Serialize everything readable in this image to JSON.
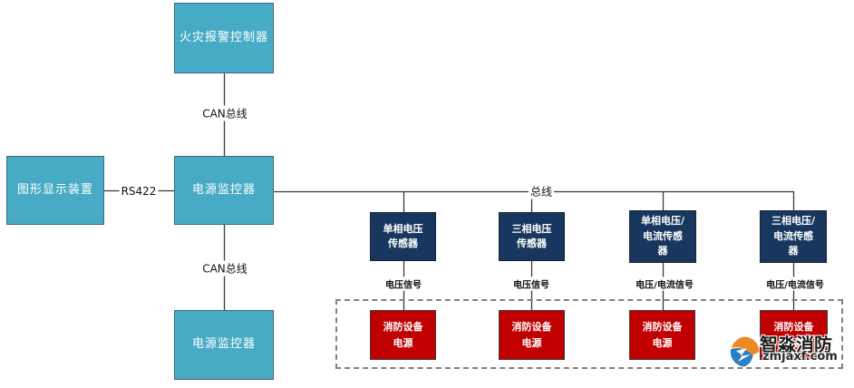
{
  "colors": {
    "teal_fill": "#48ABC5",
    "navy_fill": "#17375E",
    "red_fill": "#C00000",
    "wire": "#3A3A3A",
    "dashed_border": "#808080",
    "logo_orange": "#EE8822",
    "logo_blue": "#2B7FC3"
  },
  "nodes": {
    "fire_alarm_controller": {
      "label": "火灾报警控制器"
    },
    "graphic_display": {
      "label": "图形显示装置"
    },
    "power_monitor_main": {
      "label": "电源监控器"
    },
    "power_monitor_secondary": {
      "label": "电源监控器"
    },
    "sensor_single_phase_voltage": {
      "label": "单相电压\n传感器"
    },
    "sensor_three_phase_voltage": {
      "label": "三相电压\n传感器"
    },
    "sensor_single_phase_voltage_current": {
      "label": "单相电压/\n电流传感\n器"
    },
    "sensor_three_phase_voltage_current": {
      "label": "三相电压/\n电流传感\n器"
    },
    "fire_equipment_power_1": {
      "label": "消防设备\n电源"
    },
    "fire_equipment_power_2": {
      "label": "消防设备\n电源"
    },
    "fire_equipment_power_3": {
      "label": "消防设备\n电源"
    },
    "fire_equipment_power_4": {
      "label": "消防设备\n电源"
    }
  },
  "edge_labels": {
    "can_bus_top": "CAN总线",
    "rs422": "RS422",
    "can_bus_bottom": "CAN总线",
    "bus": "总线",
    "signal_1": "电压信号",
    "signal_2": "电压信号",
    "signal_3": "电压/电流信号",
    "signal_4": "电压/电流信号"
  },
  "watermark": {
    "brand": "智淼消防",
    "domain": "zmjaxf.com"
  }
}
